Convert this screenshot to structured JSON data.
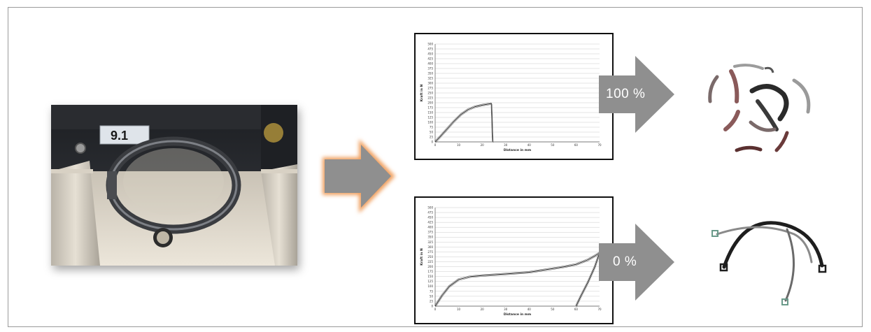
{
  "labels": {
    "top_percent": "100 %",
    "bottom_percent": "0 %"
  },
  "photo": {
    "label_plate_text": "9.1"
  },
  "colors": {
    "arrow_gray": "#8f8f8f",
    "arrow_glow": "#f0a060",
    "frame_border": "#9a9a9a",
    "curve": "#333333"
  },
  "chart_data": [
    {
      "type": "line",
      "ylabel": "Kraft in N",
      "xlabel": "Distance in mm",
      "xlim": [
        0,
        70
      ],
      "ylim": [
        0,
        500
      ],
      "x_ticks": [
        0,
        10,
        20,
        30,
        40,
        50,
        60,
        70
      ],
      "y_ticks": [
        0,
        25,
        50,
        75,
        100,
        125,
        150,
        175,
        200,
        225,
        250,
        275,
        300,
        325,
        350,
        375,
        400,
        425,
        450,
        475,
        500
      ],
      "grid": true,
      "series": [
        {
          "x": [
            0,
            2,
            5,
            8,
            11,
            14,
            17,
            20,
            22,
            24,
            24.5
          ],
          "y": [
            0,
            25,
            65,
            105,
            140,
            165,
            180,
            188,
            192,
            196,
            0
          ]
        }
      ]
    },
    {
      "type": "line",
      "ylabel": "Kraft in N",
      "xlabel": "Distance in mm",
      "xlim": [
        0,
        70
      ],
      "ylim": [
        0,
        500
      ],
      "x_ticks": [
        0,
        10,
        20,
        30,
        40,
        50,
        60,
        70
      ],
      "y_ticks": [
        0,
        25,
        50,
        75,
        100,
        125,
        150,
        175,
        200,
        225,
        250,
        275,
        300,
        325,
        350,
        375,
        400,
        425,
        450,
        475,
        500
      ],
      "grid": true,
      "series": [
        {
          "x": [
            0,
            3,
            6,
            10,
            15,
            20,
            30,
            40,
            50,
            55,
            60,
            65,
            68,
            70,
            68,
            65,
            62,
            60
          ],
          "y": [
            0,
            55,
            100,
            135,
            150,
            155,
            163,
            172,
            190,
            200,
            212,
            235,
            255,
            270,
            200,
            120,
            50,
            0
          ]
        }
      ]
    }
  ]
}
